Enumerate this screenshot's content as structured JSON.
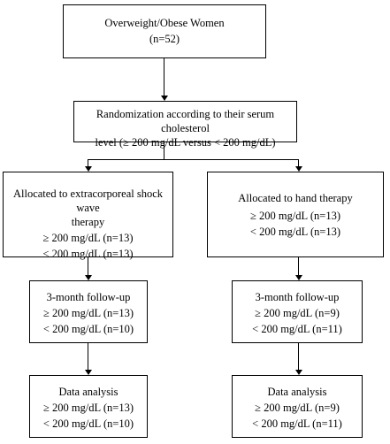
{
  "flowchart": {
    "top": {
      "title": "Overweight/Obese Women",
      "count": "(n=52)"
    },
    "randomization": {
      "line1": "Randomization according to their serum cholesterol",
      "line2": "level (≥ 200 mg/dL versus < 200 mg/dL)"
    },
    "left_arm": {
      "allocation": {
        "line1": "Allocated to extracorporeal shock wave",
        "line2": "therapy",
        "high": "≥ 200 mg/dL (n=13)",
        "low": "< 200 mg/dL (n=13)"
      },
      "followup": {
        "title": "3-month follow-up",
        "high": "≥ 200 mg/dL (n=13)",
        "low": "< 200 mg/dL (n=10)"
      },
      "analysis": {
        "title": "Data analysis",
        "high": "≥ 200 mg/dL (n=13)",
        "low": "< 200 mg/dL (n=10)"
      }
    },
    "right_arm": {
      "allocation": {
        "line1": "Allocated to hand therapy",
        "high": "≥ 200 mg/dL (n=13)",
        "low": "< 200 mg/dL (n=13)"
      },
      "followup": {
        "title": "3-month follow-up",
        "high": "≥ 200 mg/dL (n=9)",
        "low": "< 200 mg/dL (n=11)"
      },
      "analysis": {
        "title": "Data analysis",
        "high": "≥ 200 mg/dL (n=9)",
        "low": "< 200 mg/dL (n=11)"
      }
    }
  }
}
